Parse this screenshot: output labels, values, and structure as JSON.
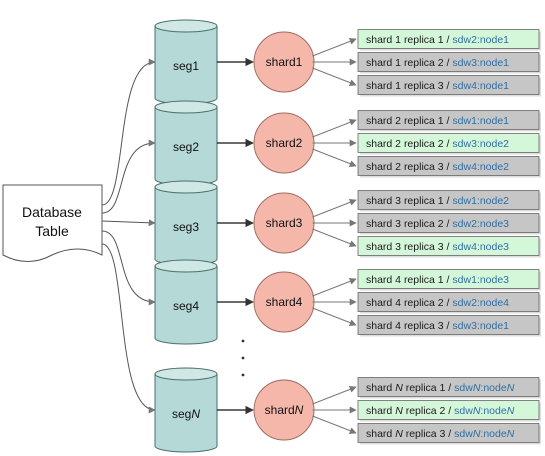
{
  "colors": {
    "cylinder_fill": "#b5d9d7",
    "cylinder_top": "#cfe7e5",
    "shard_fill": "#f5b7aa",
    "replica_primary_fill": "#d4f7d9",
    "replica_secondary_fill": "#c6c6c6",
    "host_text": "#2f6ea3",
    "arrow": "#333333"
  },
  "source": {
    "line1": "Database",
    "line2": "Table"
  },
  "ellipsis": "· · ·",
  "groups": [
    {
      "seg": {
        "prefix": "seg",
        "num": "1"
      },
      "shard": {
        "prefix": "shard",
        "num": "1"
      },
      "replicas": [
        {
          "text": "shard 1 replica 1 / ",
          "host": "sdw2:node1",
          "primary": true
        },
        {
          "text": "shard 1 replica 2 / ",
          "host": "sdw3:node1",
          "primary": false
        },
        {
          "text": "shard 1 replica 3 / ",
          "host": "sdw4:node1",
          "primary": false
        }
      ]
    },
    {
      "seg": {
        "prefix": "seg",
        "num": "2"
      },
      "shard": {
        "prefix": "shard",
        "num": "2"
      },
      "replicas": [
        {
          "text": "shard 2 replica 1 / ",
          "host": "sdw1:node1",
          "primary": false
        },
        {
          "text": "shard 2 replica 2 / ",
          "host": "sdw3:node2",
          "primary": true
        },
        {
          "text": "shard 2 replica 3 / ",
          "host": "sdw4:node2",
          "primary": false
        }
      ]
    },
    {
      "seg": {
        "prefix": "seg",
        "num": "3"
      },
      "shard": {
        "prefix": "shard",
        "num": "3"
      },
      "replicas": [
        {
          "text": "shard 3 replica 1 / ",
          "host": "sdw1:node2",
          "primary": false
        },
        {
          "text": "shard 3 replica 2 / ",
          "host": "sdw2:node3",
          "primary": false
        },
        {
          "text": "shard 3 replica 3 / ",
          "host": "sdw4:node3",
          "primary": true
        }
      ]
    },
    {
      "seg": {
        "prefix": "seg",
        "num": "4"
      },
      "shard": {
        "prefix": "shard",
        "num": "4"
      },
      "replicas": [
        {
          "text": "shard 4 replica 1 / ",
          "host": "sdw1:node3",
          "primary": true
        },
        {
          "text": "shard 4 replica 2 / ",
          "host": "sdw2:node4",
          "primary": false
        },
        {
          "text": "shard 4 replica 3 / ",
          "host": "sdw3:node1",
          "primary": false
        }
      ]
    },
    {
      "seg": {
        "prefix": "seg",
        "num": "N",
        "italic": true
      },
      "shard": {
        "prefix": "shard",
        "num": "N",
        "italic": true
      },
      "replicas": [
        {
          "text": "shard N replica 1 / ",
          "host": "sdwN:nodeN",
          "primary": false,
          "italic": true
        },
        {
          "text": "shard N replica 2 / ",
          "host": "sdwN:nodeN",
          "primary": true,
          "italic": true
        },
        {
          "text": "shard N replica 3 / ",
          "host": "sdwN:nodeN",
          "primary": false,
          "italic": true
        }
      ]
    }
  ]
}
